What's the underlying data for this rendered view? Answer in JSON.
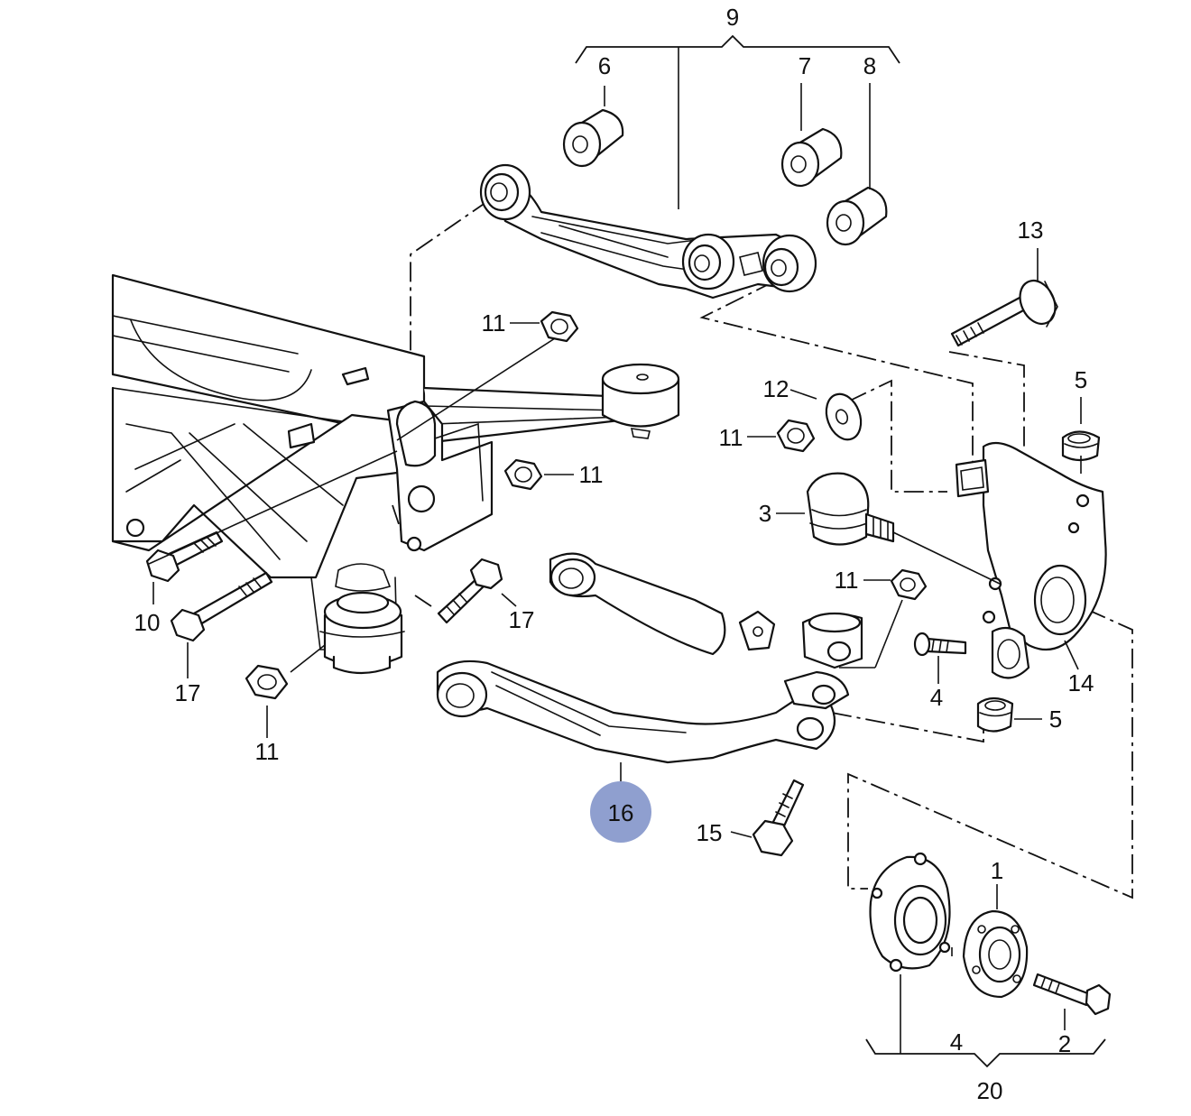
{
  "diagram": {
    "highlight_color": "#8f9fcf",
    "callouts": {
      "c1": "1",
      "c2": "2",
      "c3": "3",
      "c4a": "4",
      "c4b": "4",
      "c5a": "5",
      "c5b": "5",
      "c6": "6",
      "c7": "7",
      "c8": "8",
      "c9": "9",
      "c10": "10",
      "c11a": "11",
      "c11b": "11",
      "c11c": "11",
      "c11d": "11",
      "c11e": "11",
      "c12": "12",
      "c13": "13",
      "c14": "14",
      "c15": "15",
      "c16": "16",
      "c17a": "17",
      "c17b": "17",
      "c20": "20"
    }
  }
}
